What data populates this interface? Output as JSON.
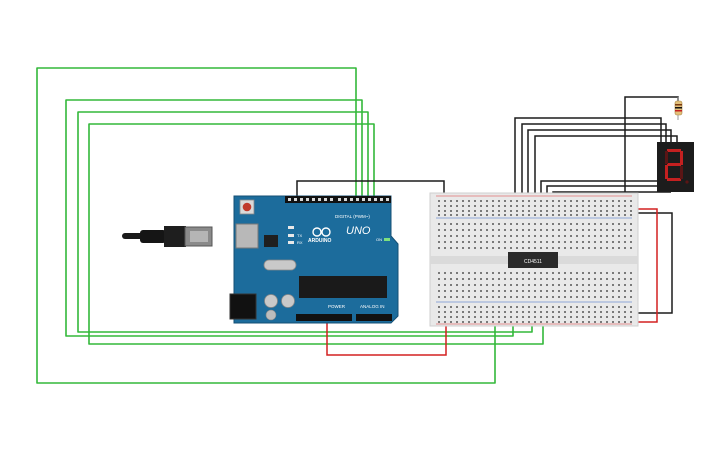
{
  "arduino": {
    "brand_label": "UNO",
    "logo_text": "ARDUINO",
    "digital_label": "DIGITAL (PWM~)",
    "power_label": "POWER",
    "analog_label": "ANALOG IN",
    "tx_label": "TX",
    "rx_label": "RX",
    "on_label": "ON"
  },
  "chip": {
    "label": "CD4511"
  },
  "colors": {
    "board_blue": "#1c6c9c",
    "wire_green": "#33b83a",
    "wire_black": "#1c1c1c",
    "wire_red": "#d42020",
    "display_red": "#d01818",
    "breadboard": "#e9e9e9"
  }
}
